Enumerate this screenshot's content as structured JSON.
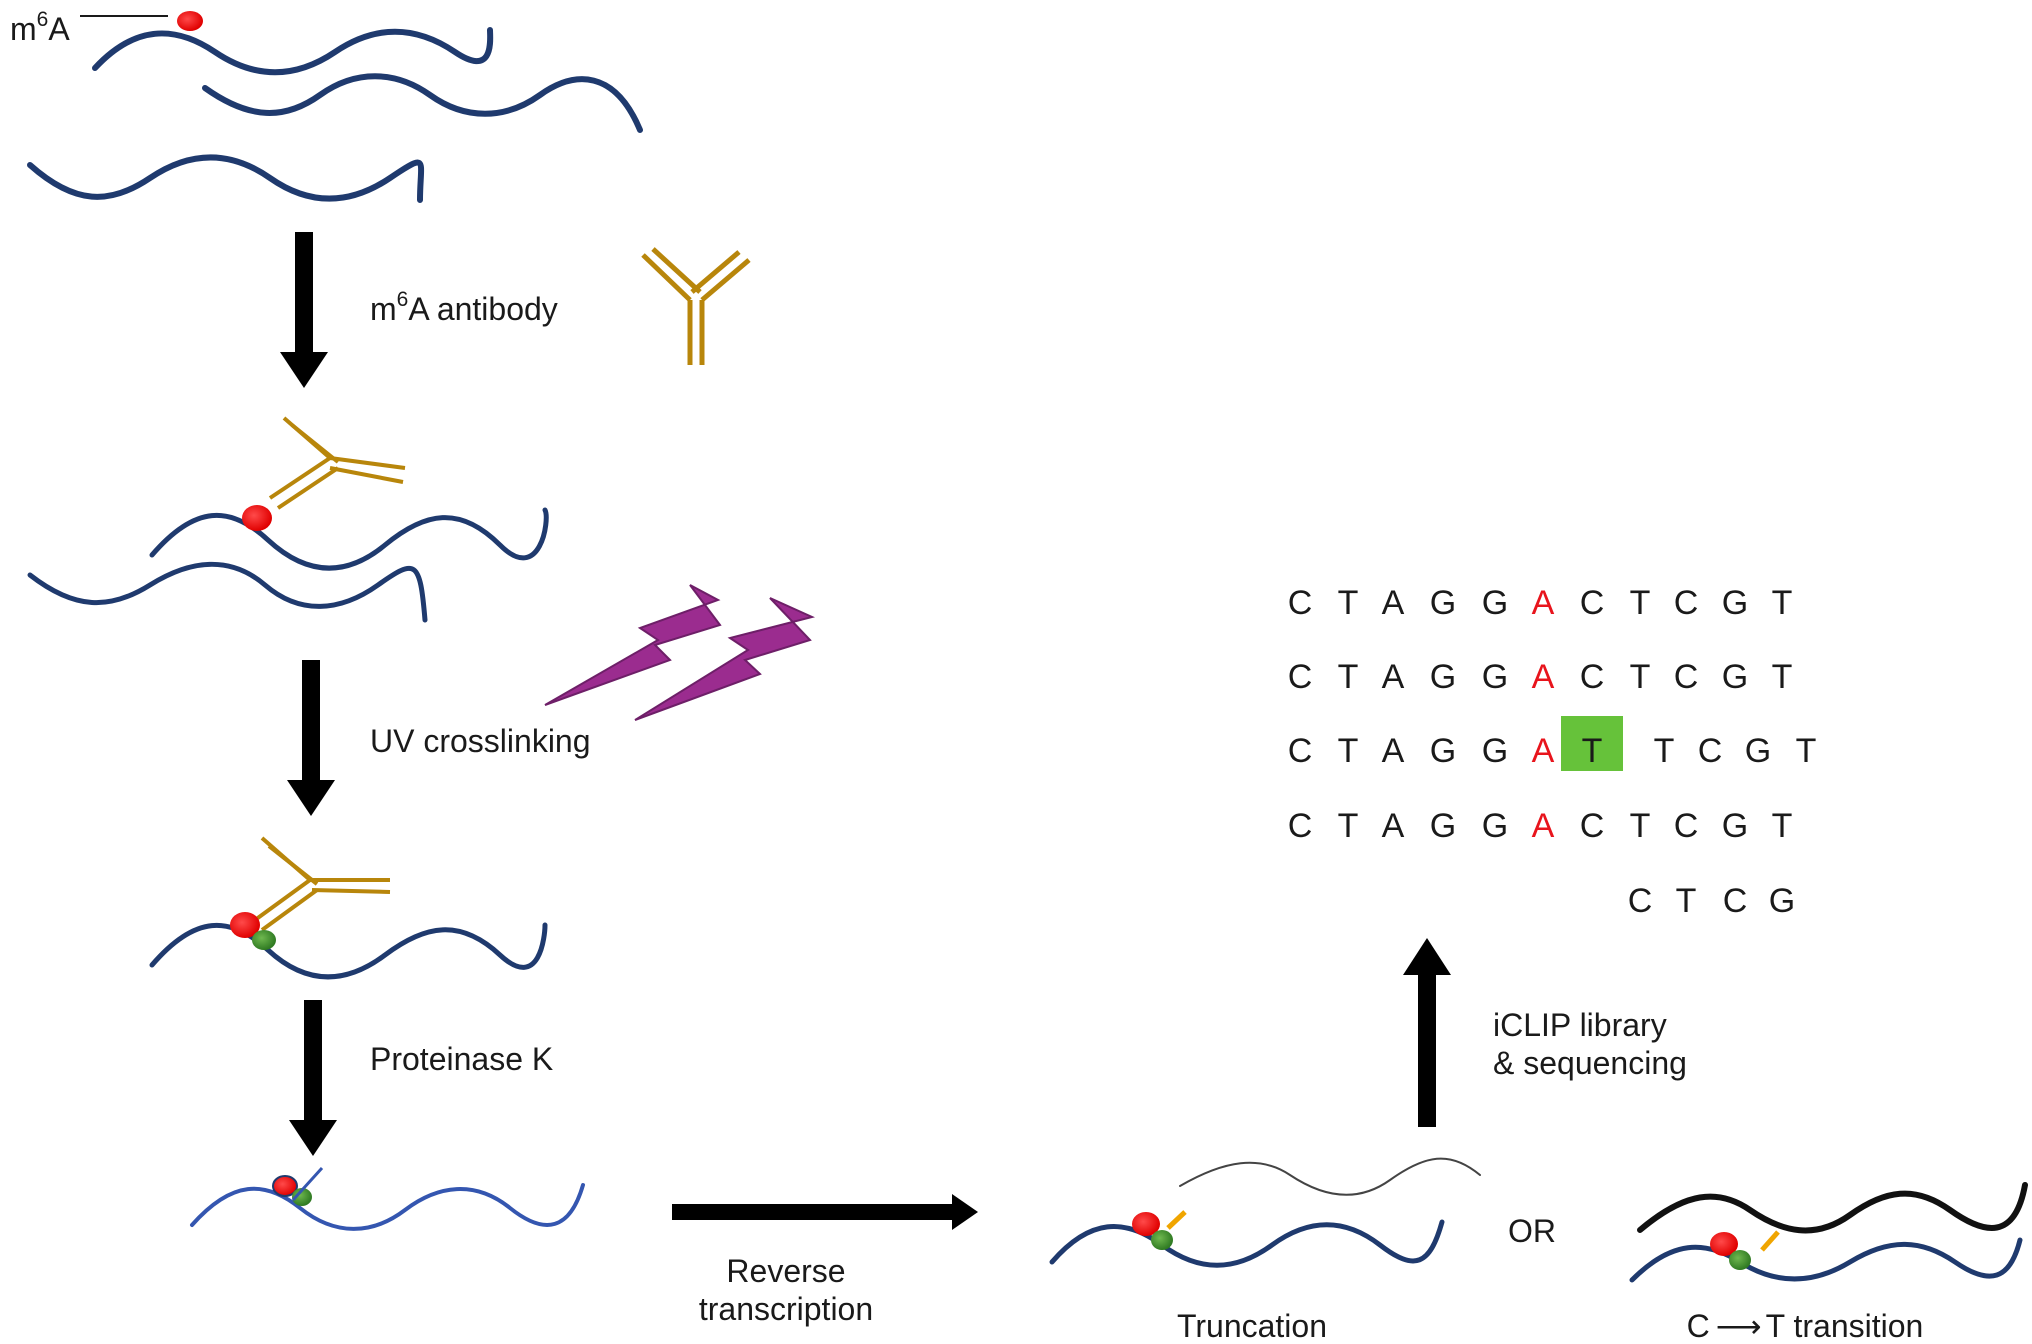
{
  "labels": {
    "m6a_m": "m",
    "m6a_sup": "6",
    "m6a_a": "A",
    "step1_m": "m",
    "step1_sup": "6",
    "step1_rest": "A antibody",
    "step2": "UV crosslinking",
    "step3": "Proteinase K",
    "step4_line1": "Reverse",
    "step4_line2": "transcription",
    "truncation": "Truncation",
    "or": "OR",
    "transition_c": "C",
    "transition_rest": "T transition",
    "step5_line1": "iCLIP library",
    "step5_line2": "& sequencing"
  },
  "sequences": {
    "row1": [
      "C",
      "T",
      "A",
      "G",
      "G",
      "A",
      "C",
      "T",
      "C",
      "G",
      "T"
    ],
    "row2": [
      "C",
      "T",
      "A",
      "G",
      "G",
      "A",
      "C",
      "T",
      "C",
      "G",
      "T"
    ],
    "row3": [
      "C",
      "T",
      "A",
      "G",
      "G",
      "A",
      "T",
      "T",
      "C",
      "G",
      "T"
    ],
    "row4": [
      "C",
      "T",
      "A",
      "G",
      "G",
      "A",
      "C",
      "T",
      "C",
      "G",
      "T"
    ],
    "row5": [
      "C",
      "T",
      "C",
      "G"
    ]
  },
  "colors": {
    "rna": "#1f3a6e",
    "rna_light": "#3456b0",
    "antibody": "#b8860b",
    "m6a_dot": "#ee1111",
    "protein": "#3f8f2f",
    "uv": "#9b2c8f",
    "highlight": "#66c23a",
    "crosslink": "#f0a500"
  },
  "icons": [
    "antibody-icon",
    "uv-lightning-icon",
    "m6a-dot-icon",
    "protein-dot-icon",
    "arrow-down-icon",
    "arrow-right-icon",
    "arrow-up-icon"
  ]
}
